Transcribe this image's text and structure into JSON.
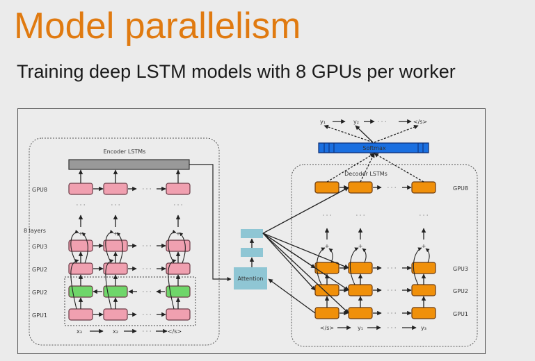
{
  "slide": {
    "title": "Model parallelism",
    "subtitle": "Training deep LSTM models with 8 GPUs per worker",
    "title_color": "#e07a10"
  },
  "diagram": {
    "encoder": {
      "label": "Encoder LSTMs",
      "layers_label": "8 layers",
      "rows": [
        {
          "gpu": "GPU8",
          "color": "#f0a0b0",
          "direction": "forward"
        },
        {
          "gpu": "GPU3",
          "color": "#f0a0b0",
          "direction": "forward"
        },
        {
          "gpu": "GPU2",
          "color": "#f0a0b0",
          "direction": "forward"
        },
        {
          "gpu": "GPU2",
          "color": "#6fd66a",
          "direction": "backward"
        },
        {
          "gpu": "GPU1",
          "color": "#f0a0b0",
          "direction": "forward"
        }
      ],
      "inputs": [
        "x3",
        "x2",
        "...",
        "</s>"
      ],
      "ellipsis": "· · ·",
      "bar_color": "#999999"
    },
    "attention": {
      "label": "Attention",
      "color": "#8fc6d4"
    },
    "decoder": {
      "label": "Decoder LSTMs",
      "rows": [
        {
          "gpu": "GPU8"
        },
        {
          "gpu": "GPU3"
        },
        {
          "gpu": "GPU2"
        },
        {
          "gpu": "GPU1"
        }
      ],
      "inputs": [
        "</s>",
        "y1",
        "...",
        "y3"
      ],
      "cell_color": "#f0900a"
    },
    "softmax": {
      "label": "Softmax",
      "color": "#1a6fe0"
    },
    "outputs": [
      "y1",
      "y2",
      "...",
      "</s>"
    ]
  }
}
